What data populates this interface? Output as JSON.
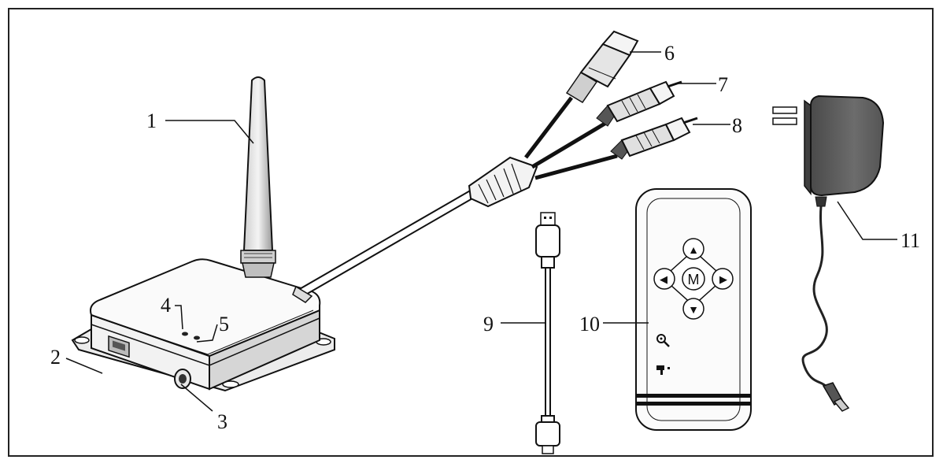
{
  "callouts": {
    "c1": "1",
    "c2": "2",
    "c3": "3",
    "c4": "4",
    "c5": "5",
    "c6": "6",
    "c7": "7",
    "c8": "8",
    "c9": "9",
    "c10": "10",
    "c11": "11"
  },
  "remote": {
    "center_label": "M",
    "arrow_up": "▲",
    "arrow_down": "▼",
    "arrow_left": "◀",
    "arrow_right": "▶"
  },
  "icons": {
    "antenna": "antenna-icon",
    "usb_port": "usb-port-icon",
    "dc_jack": "dc-jack-icon",
    "led_indicators": "led-indicator-icon",
    "rj45_plug": "rj45-plug-icon",
    "rca_plug": "rca-plug-icon",
    "usb_cable": "usb-cable-icon",
    "remote_control": "remote-control-icon",
    "zoom": "zoom-icon",
    "camera": "camera-icon",
    "power_adapter": "power-adapter-icon"
  },
  "colors": {
    "line": "#111111",
    "adapter_body": "#5a5a5a",
    "frame": "#222222"
  }
}
